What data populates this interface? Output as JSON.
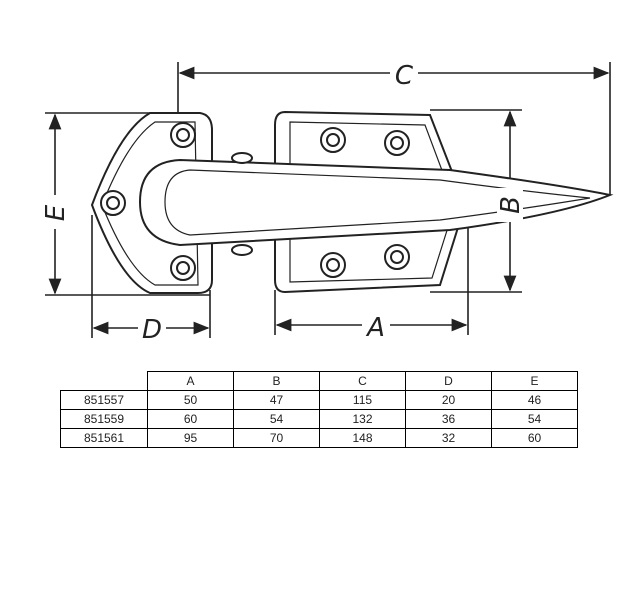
{
  "drawing": {
    "labels": {
      "A": "A",
      "B": "B",
      "C": "C",
      "D": "D",
      "E": "E"
    }
  },
  "table": {
    "headers": [
      "A",
      "B",
      "C",
      "D",
      "E"
    ],
    "rows": [
      {
        "id": "851557",
        "values": [
          "50",
          "47",
          "115",
          "20",
          "46"
        ]
      },
      {
        "id": "851559",
        "values": [
          "60",
          "54",
          "132",
          "36",
          "54"
        ]
      },
      {
        "id": "851561",
        "values": [
          "95",
          "70",
          "148",
          "32",
          "60"
        ]
      }
    ]
  }
}
